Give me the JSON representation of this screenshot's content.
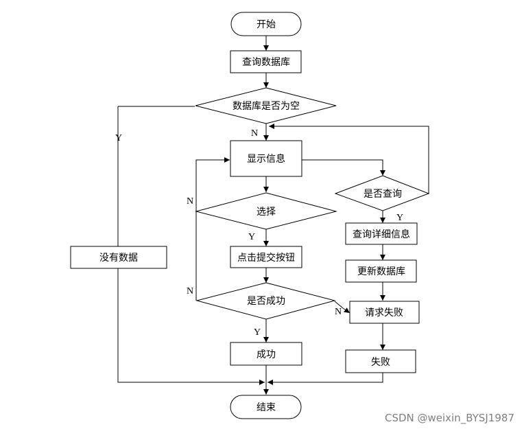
{
  "nodes": {
    "start": "开始",
    "query_db": "查询数据库",
    "db_empty": "数据库是否为空",
    "show_info": "显示信息",
    "select": "选择",
    "click_submit": "点击提交按钮",
    "is_success": "是否成功",
    "success": "成功",
    "is_query": "是否查询",
    "query_detail": "查询详细信息",
    "update_db": "更新数据库",
    "request_fail": "请求失败",
    "fail": "失败",
    "no_data": "没有数据",
    "end": "结束"
  },
  "edge_labels": {
    "empty_yes": "Y",
    "empty_no": "N",
    "select_no": "N",
    "select_yes": "Y",
    "success_no_left": "N",
    "success_no_right": "N",
    "success_yes": "Y",
    "query_yes": "Y"
  },
  "watermark": "CSDN @weixin_BYSJ1987"
}
